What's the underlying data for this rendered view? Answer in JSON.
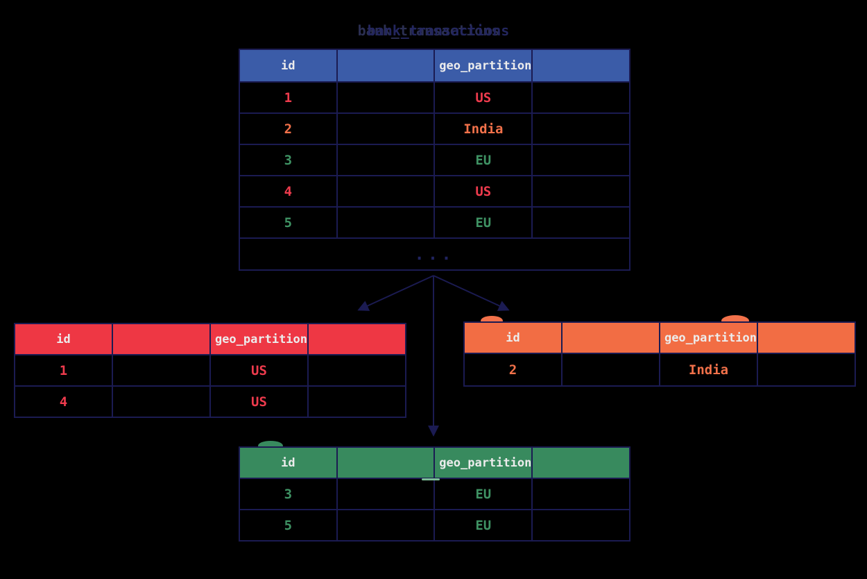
{
  "title": "bank_transactions",
  "colors": {
    "background": "#000000",
    "border_navy": "#1b1b52",
    "arrow_navy": "#1b1b52",
    "title_navy": "#23265e",
    "header_blue": "#3b5ca8",
    "header_red": "#ee3744",
    "header_orange": "#f26d44",
    "header_green": "#388a5e",
    "header_text": "#ececec",
    "red": "#ee3b4d",
    "orange": "#f2714a",
    "green": "#3f9364",
    "ellipsis": "#20235f"
  },
  "main_table": {
    "columns": [
      "id",
      "",
      "geo_partition",
      ""
    ],
    "rows": [
      {
        "id": "1",
        "geo": "US",
        "partition": "red"
      },
      {
        "id": "2",
        "geo": "India",
        "partition": "orange"
      },
      {
        "id": "3",
        "geo": "EU",
        "partition": "green"
      },
      {
        "id": "4",
        "geo": "US",
        "partition": "red"
      },
      {
        "id": "5",
        "geo": "EU",
        "partition": "green"
      }
    ],
    "ellipsis": "..."
  },
  "us_table": {
    "columns": [
      "id",
      "",
      "geo_partition",
      ""
    ],
    "rows": [
      {
        "id": "1",
        "geo": "US"
      },
      {
        "id": "4",
        "geo": "US"
      }
    ]
  },
  "india_table": {
    "columns": [
      "id",
      "",
      "geo_partition",
      ""
    ],
    "rows": [
      {
        "id": "2",
        "geo": "India"
      }
    ]
  },
  "eu_table": {
    "columns": [
      "id",
      "",
      "geo_partition",
      ""
    ],
    "rows": [
      {
        "id": "3",
        "geo": "EU"
      },
      {
        "id": "5",
        "geo": "EU"
      }
    ]
  }
}
